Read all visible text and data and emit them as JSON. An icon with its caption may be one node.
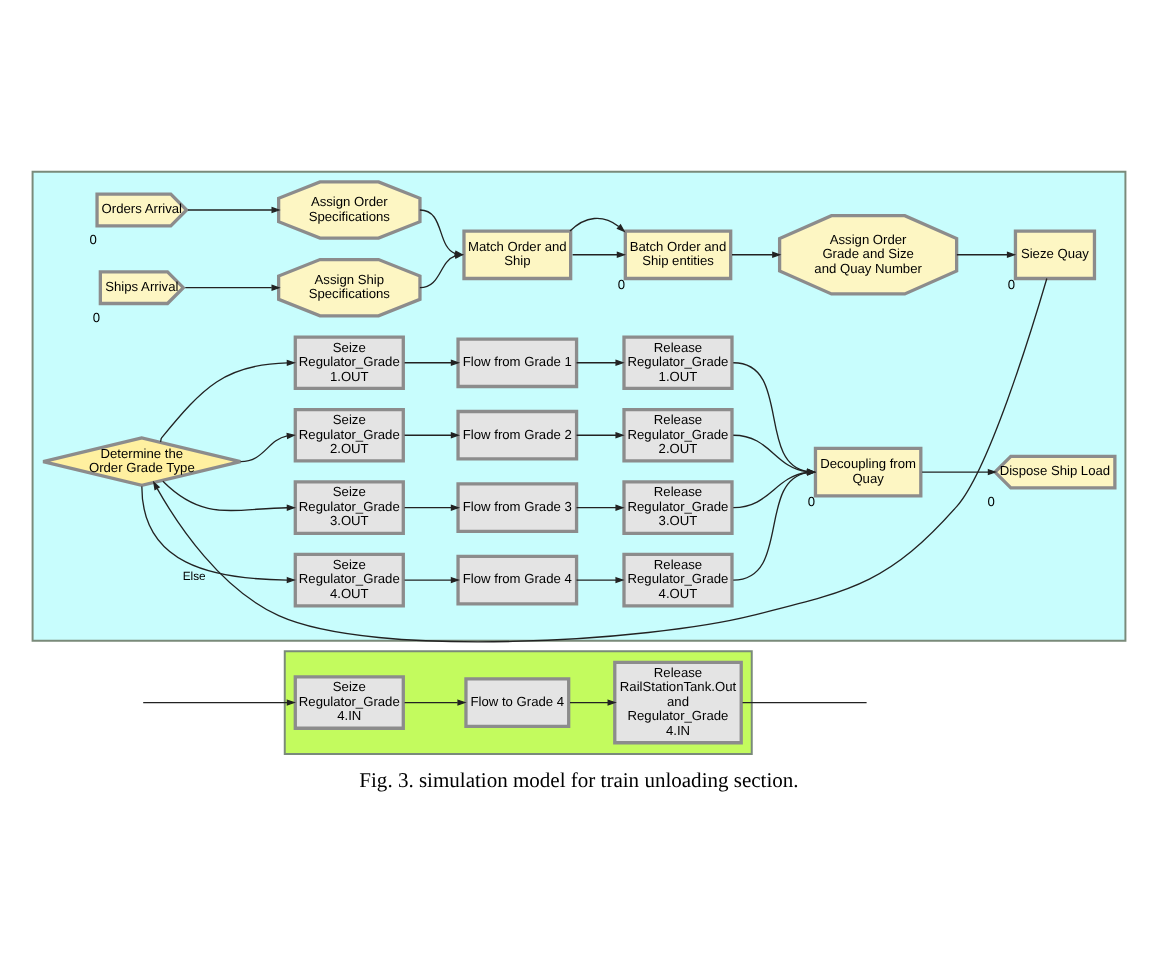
{
  "diagram": {
    "caption": "Fig. 3. simulation model for train unloading section.",
    "nodes": [
      {
        "text": [],
        "shape": "box"
      },
      {
        "text": [
          "Seize Regulator_Grade 4.IN"
        ],
        "in": 0
      },
      {
        "text": [
          "Flow to Grade 4"
        ],
        "in": 0
      },
      {
        "text": [
          "Release RailStationTank.Out and Regulator_Grade 4.IN"
        ],
        "in": 0
      },
      {
        "text": [],
        "shape": "box"
      },
      {
        "text": [
          "Orders Arrival"
        ],
        "in": 4,
        "beside": [
          "0"
        ]
      },
      {
        "text": [
          "Assign Order Specifications"
        ],
        "in": 4
      },
      {
        "text": [
          "Ships Arrival"
        ],
        "in": 4,
        "beside": [
          "0"
        ]
      },
      {
        "text": [
          "Assign Ship Specifications"
        ],
        "in": 4
      },
      {
        "text": [
          "Match Order and Ship"
        ],
        "in": 4
      },
      {
        "text": [
          "Batch Order and Ship entities"
        ],
        "in": 4,
        "beside": [
          "0"
        ]
      },
      {
        "text": [
          "Assign Order Grade and Size and Quay Number"
        ],
        "in": 4
      },
      {
        "text": [
          "Sieze Quay"
        ],
        "in": 4,
        "beside": [
          "0"
        ]
      },
      {
        "text": [
          "Determine the Order Grade Type"
        ],
        "in": 4
      },
      {
        "text": [
          "Seize Regulator_Grade 1.OUT"
        ],
        "in": 4
      },
      {
        "text": [
          "Flow from Grade 1"
        ],
        "in": 4
      },
      {
        "text": [
          "Release Regulator_Grade 1.OUT"
        ],
        "in": 4
      },
      {
        "text": [
          "Seize Regulator_Grade 2.OUT"
        ],
        "in": 4
      },
      {
        "text": [
          "Flow from Grade 2"
        ],
        "in": 4
      },
      {
        "text": [
          "Release Regulator_Grade 2.OUT"
        ],
        "in": 4
      },
      {
        "text": [
          "Seize Regulator_Grade 3.OUT"
        ],
        "in": 4
      },
      {
        "text": [
          "Flow from Grade 3"
        ],
        "in": 4
      },
      {
        "text": [
          "Release Regulator_Grade 3.OUT"
        ],
        "in": 4
      },
      {
        "text": [
          "Seize Regulator_Grade 4.OUT"
        ],
        "in": 4
      },
      {
        "text": [
          "Flow from Grade 4"
        ],
        "in": 4
      },
      {
        "text": [
          "Release Regulator_Grade 4.OUT"
        ],
        "in": 4
      },
      {
        "text": [
          "Decoupling from Quay"
        ],
        "in": 4,
        "beside": [
          "0"
        ]
      },
      {
        "text": [
          "Dispose Ship Load"
        ],
        "in": 4,
        "beside": [
          "0"
        ]
      }
    ],
    "edges": [
      {
        "from": null,
        "to": 1,
        "arrow": "to"
      },
      {
        "from": 1,
        "to": 2,
        "arrow": "to"
      },
      {
        "from": 2,
        "to": 3,
        "arrow": "to"
      },
      {
        "from": 3,
        "to": null,
        "arrow": "none"
      },
      {
        "from": 5,
        "to": 6,
        "arrow": "to"
      },
      {
        "from": 7,
        "to": 8,
        "arrow": "to"
      },
      {
        "from": 6,
        "to": 9,
        "arrow": "to"
      },
      {
        "from": 8,
        "to": 9,
        "arrow": "to"
      },
      {
        "from": 9,
        "to": 10,
        "arrow": "to"
      },
      {
        "from": 9,
        "to": 10,
        "arrow": "to"
      },
      {
        "from": 10,
        "to": 11,
        "arrow": "to"
      },
      {
        "from": 11,
        "to": 12,
        "arrow": "to"
      },
      {
        "from": 12,
        "to": 13,
        "arrow": "to"
      },
      {
        "from": 13,
        "to": 14,
        "arrow": "to"
      },
      {
        "from": 13,
        "to": 17,
        "arrow": "to"
      },
      {
        "from": 13,
        "to": 20,
        "arrow": "to"
      },
      {
        "from": 13,
        "to": 23,
        "arrow": "to",
        "label": "Else"
      },
      {
        "from": 14,
        "to": 15,
        "arrow": "to"
      },
      {
        "from": 15,
        "to": 16,
        "arrow": "to"
      },
      {
        "from": 17,
        "to": 18,
        "arrow": "to"
      },
      {
        "from": 18,
        "to": 19,
        "arrow": "to"
      },
      {
        "from": 20,
        "to": 21,
        "arrow": "to"
      },
      {
        "from": 21,
        "to": 22,
        "arrow": "to"
      },
      {
        "from": 23,
        "to": 24,
        "arrow": "to"
      },
      {
        "from": 24,
        "to": 25,
        "arrow": "to"
      },
      {
        "from": 16,
        "to": 26,
        "arrow": "to"
      },
      {
        "from": 19,
        "to": 26,
        "arrow": "to"
      },
      {
        "from": 22,
        "to": 26,
        "arrow": "to"
      },
      {
        "from": 25,
        "to": 26,
        "arrow": "to"
      },
      {
        "from": 26,
        "to": 27,
        "arrow": "to"
      }
    ]
  }
}
